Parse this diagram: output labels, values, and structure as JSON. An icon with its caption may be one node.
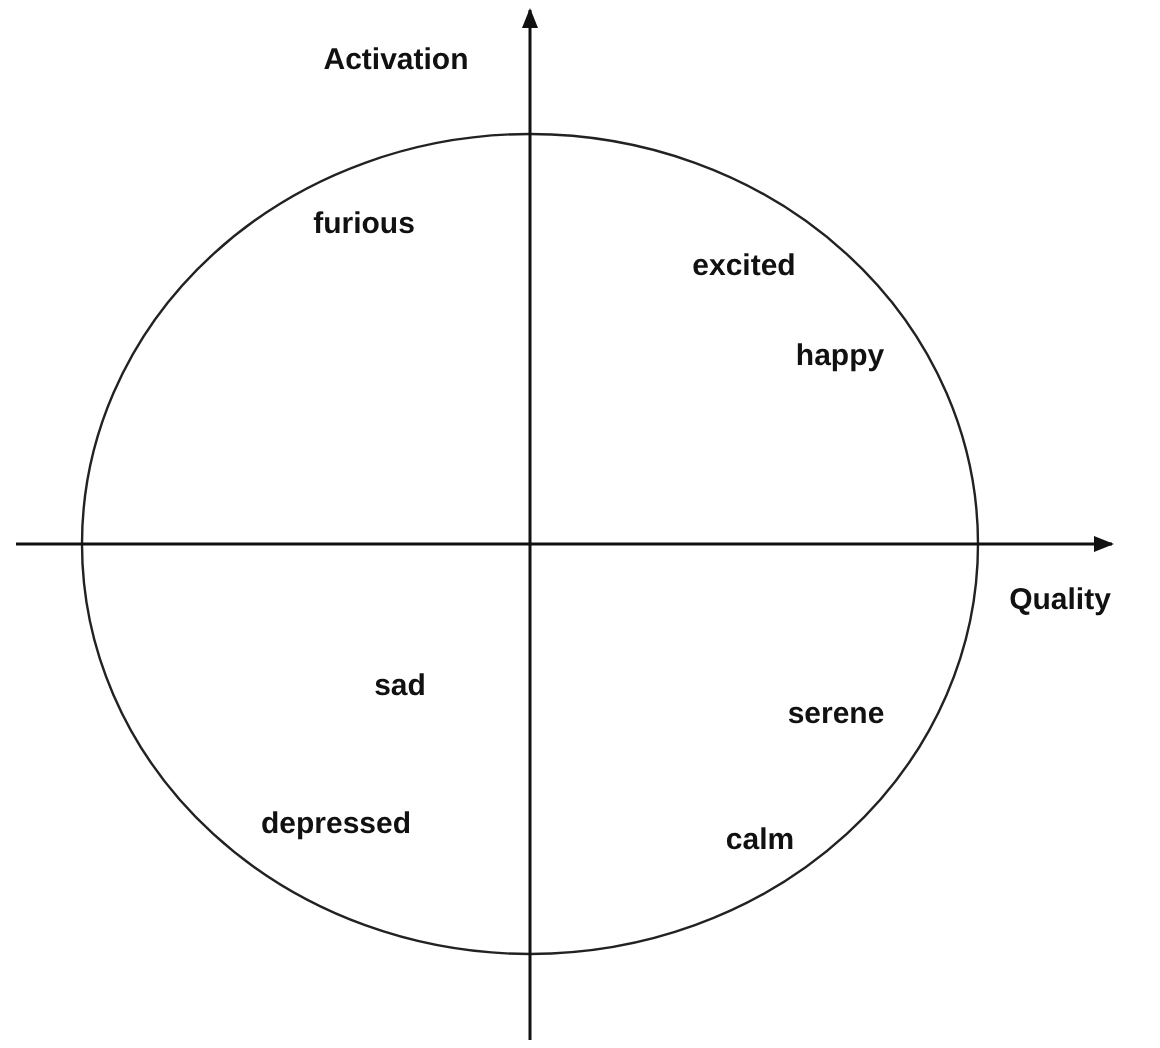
{
  "diagram": {
    "labels": [
      "Activation",
      "furious",
      "excited",
      "happy",
      "Quality",
      "sad",
      "serene",
      "depressed",
      "calm"
    ]
  }
}
